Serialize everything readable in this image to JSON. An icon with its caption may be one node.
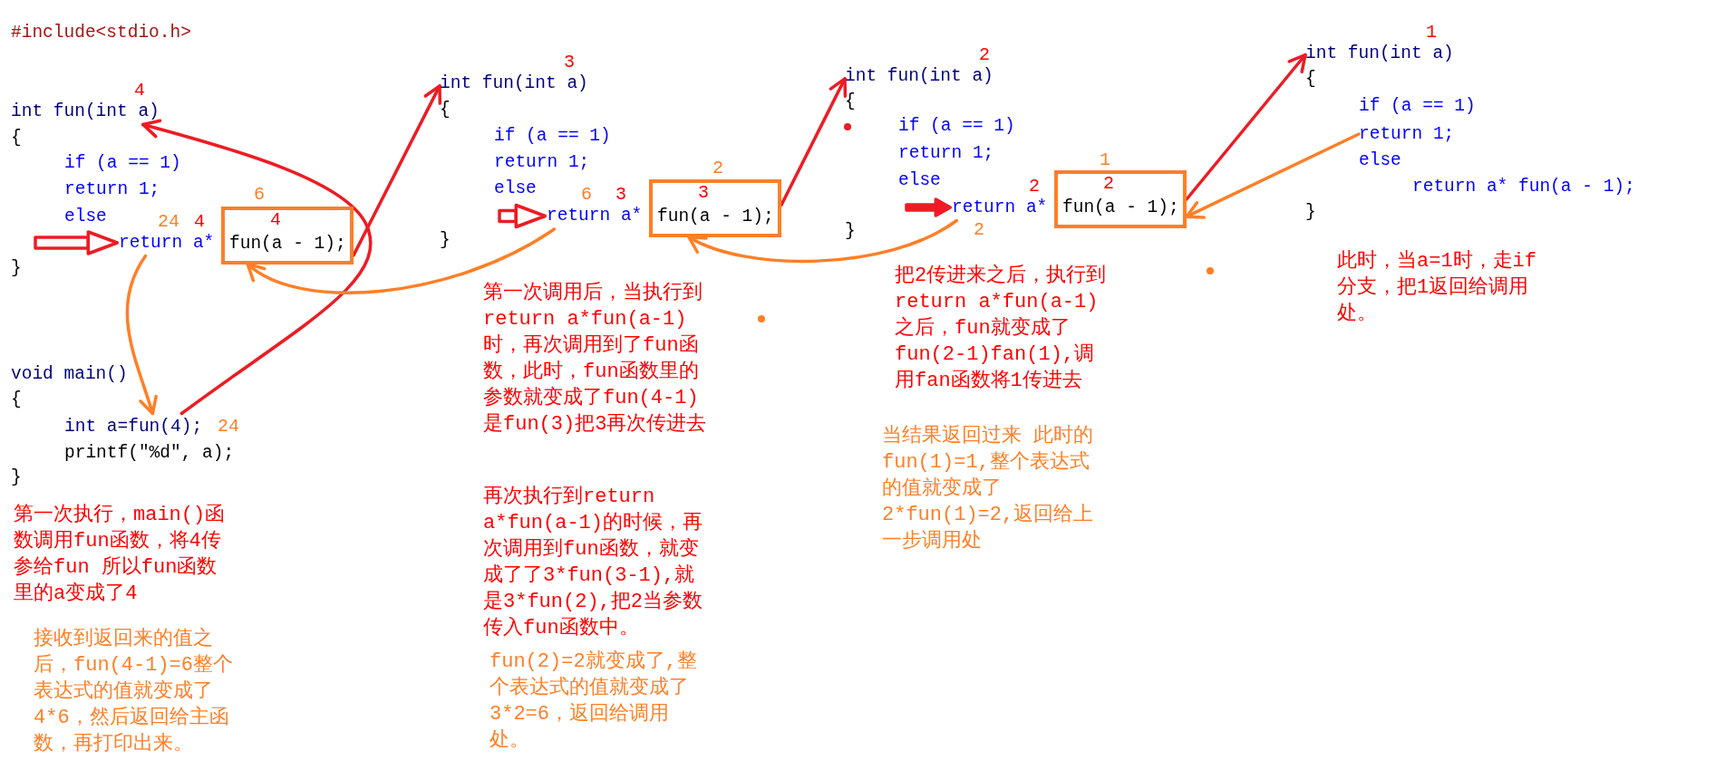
{
  "diagram": {
    "nodes": [
      {
        "text": [
          "int fun(int a)"
        ],
        "beside": [
          "4"
        ]
      },
      {
        "text": [
          "return a*"
        ],
        "beside": [
          "24",
          "4"
        ]
      },
      {
        "text": [
          "4",
          "fun(a - 1);"
        ],
        "beside": [
          "6"
        ]
      },
      {
        "text": [
          "int a=fun(4);"
        ],
        "beside": [
          "24"
        ]
      },
      {
        "text": [
          "int fun(int a)"
        ],
        "beside": [
          "3"
        ]
      },
      {
        "text": [
          "return a*"
        ],
        "beside": [
          "6",
          "3"
        ]
      },
      {
        "text": [
          "3",
          "fun(a - 1);"
        ],
        "beside": [
          "2"
        ]
      },
      {
        "text": [
          "int fun(int a)"
        ],
        "beside": [
          "2"
        ]
      },
      {
        "text": [
          "return a*"
        ],
        "beside": [
          "2",
          "2"
        ]
      },
      {
        "text": [
          "2",
          "fun(a - 1);"
        ],
        "beside": [
          "1"
        ]
      },
      {
        "text": [
          "int fun(int a)"
        ],
        "beside": [
          "1"
        ]
      },
      {
        "text": [
          "return 1;"
        ]
      }
    ],
    "edges": [
      {
        "from": 3,
        "to": 0,
        "arrow": "to"
      },
      {
        "from": 1,
        "to": 3,
        "arrow": "to",
        "color": "#ff7f27"
      },
      {
        "from": null,
        "to": 1,
        "arrow": "to"
      },
      {
        "from": 2,
        "to": 4,
        "arrow": "to"
      },
      {
        "from": 5,
        "to": 2,
        "arrow": "to",
        "color": "#ff7f27"
      },
      {
        "from": null,
        "to": 5,
        "arrow": "to"
      },
      {
        "from": 6,
        "to": 7,
        "arrow": "to"
      },
      {
        "from": 8,
        "to": 6,
        "arrow": "to",
        "color": "#ff7f27"
      },
      {
        "from": null,
        "to": 8,
        "arrow": "to"
      },
      {
        "from": 9,
        "to": 10,
        "arrow": "to"
      },
      {
        "from": 11,
        "to": 9,
        "arrow": "to",
        "color": "#ff7f27"
      }
    ],
    "labels": [
      "#include<stdio.h>",
      "{",
      "if (a == 1)",
      "return 1;",
      "else",
      "}",
      "void main()",
      "{",
      "printf(\"%d\", a);",
      "}",
      "第一次执行，main()函数调用fun函数，将4传参给fun 所以fun函数里的a变成了4",
      "接收到返回来的值之后，fun(4-1)=6整个表达式的值就变成了4*6，然后返回给主函数，再打印出来。",
      "{",
      "if (a == 1)",
      "return 1;",
      "else",
      "}",
      "第一次调用后，当执行到return a*fun(a-1)时，再次调用到了fun函数，此时，fun函数里的参数就变成了fun(4-1)是fun(3)把3再次传进去",
      "再次执行到return a*fun(a-1)的时候，再次调用到fun函数，就变成了了3*fun(3-1),就是3*fun(2),把2当参数传入fun函数中。",
      "fun(2)=2就变成了,整个表达式的值就变成了3*2=6，返回给调用处。",
      "{",
      "if (a == 1)",
      "return 1;",
      "else",
      "}",
      "把2传进来之后，执行到return a*fun(a-1)之后，fun就变成了fun(2-1)fan(1),调用fan函数将1传进去",
      "当结果返回过来 此时的fun(1)=1,整个表达式的值就变成了2*fun(1)=2,返回给上一步调用处",
      "{",
      "if (a == 1)",
      "else",
      "return a* fun(a - 1);",
      "}",
      "此时，当a=1时，走if分支，把1返回给调用处。"
    ]
  }
}
